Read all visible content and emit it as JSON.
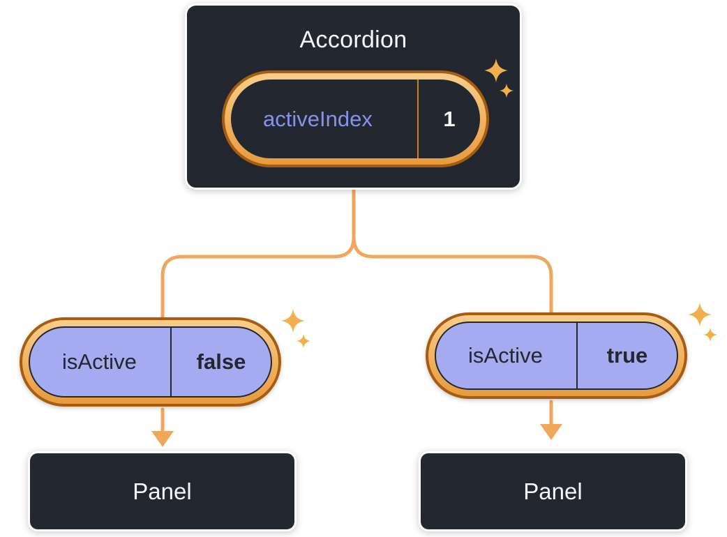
{
  "theme": {
    "background": "#ffffff",
    "box_bg": "#23272f",
    "box_border": "#ffffff",
    "connector": "#efa75c",
    "ring_outer": "#a85c0f",
    "ring_light": "#f8cd8a",
    "ring_mid": "#e79b3d",
    "pill_purple": "#a6aaf1",
    "pill_dark_bg": "#23272f",
    "text_light": "#f6f7f9",
    "text_purple": "#8891ec",
    "text_dark": "#23272f",
    "sparkle": "#f2b04c",
    "divider_orange": "#c8821f"
  },
  "icons": {
    "sparkle": "four-point-star"
  },
  "accordion": {
    "title": "Accordion",
    "state_pill": {
      "label": "activeIndex",
      "value": "1"
    }
  },
  "children": [
    {
      "prop_pill": {
        "label": "isActive",
        "value": "false"
      },
      "panel_label": "Panel"
    },
    {
      "prop_pill": {
        "label": "isActive",
        "value": "true"
      },
      "panel_label": "Panel"
    }
  ]
}
